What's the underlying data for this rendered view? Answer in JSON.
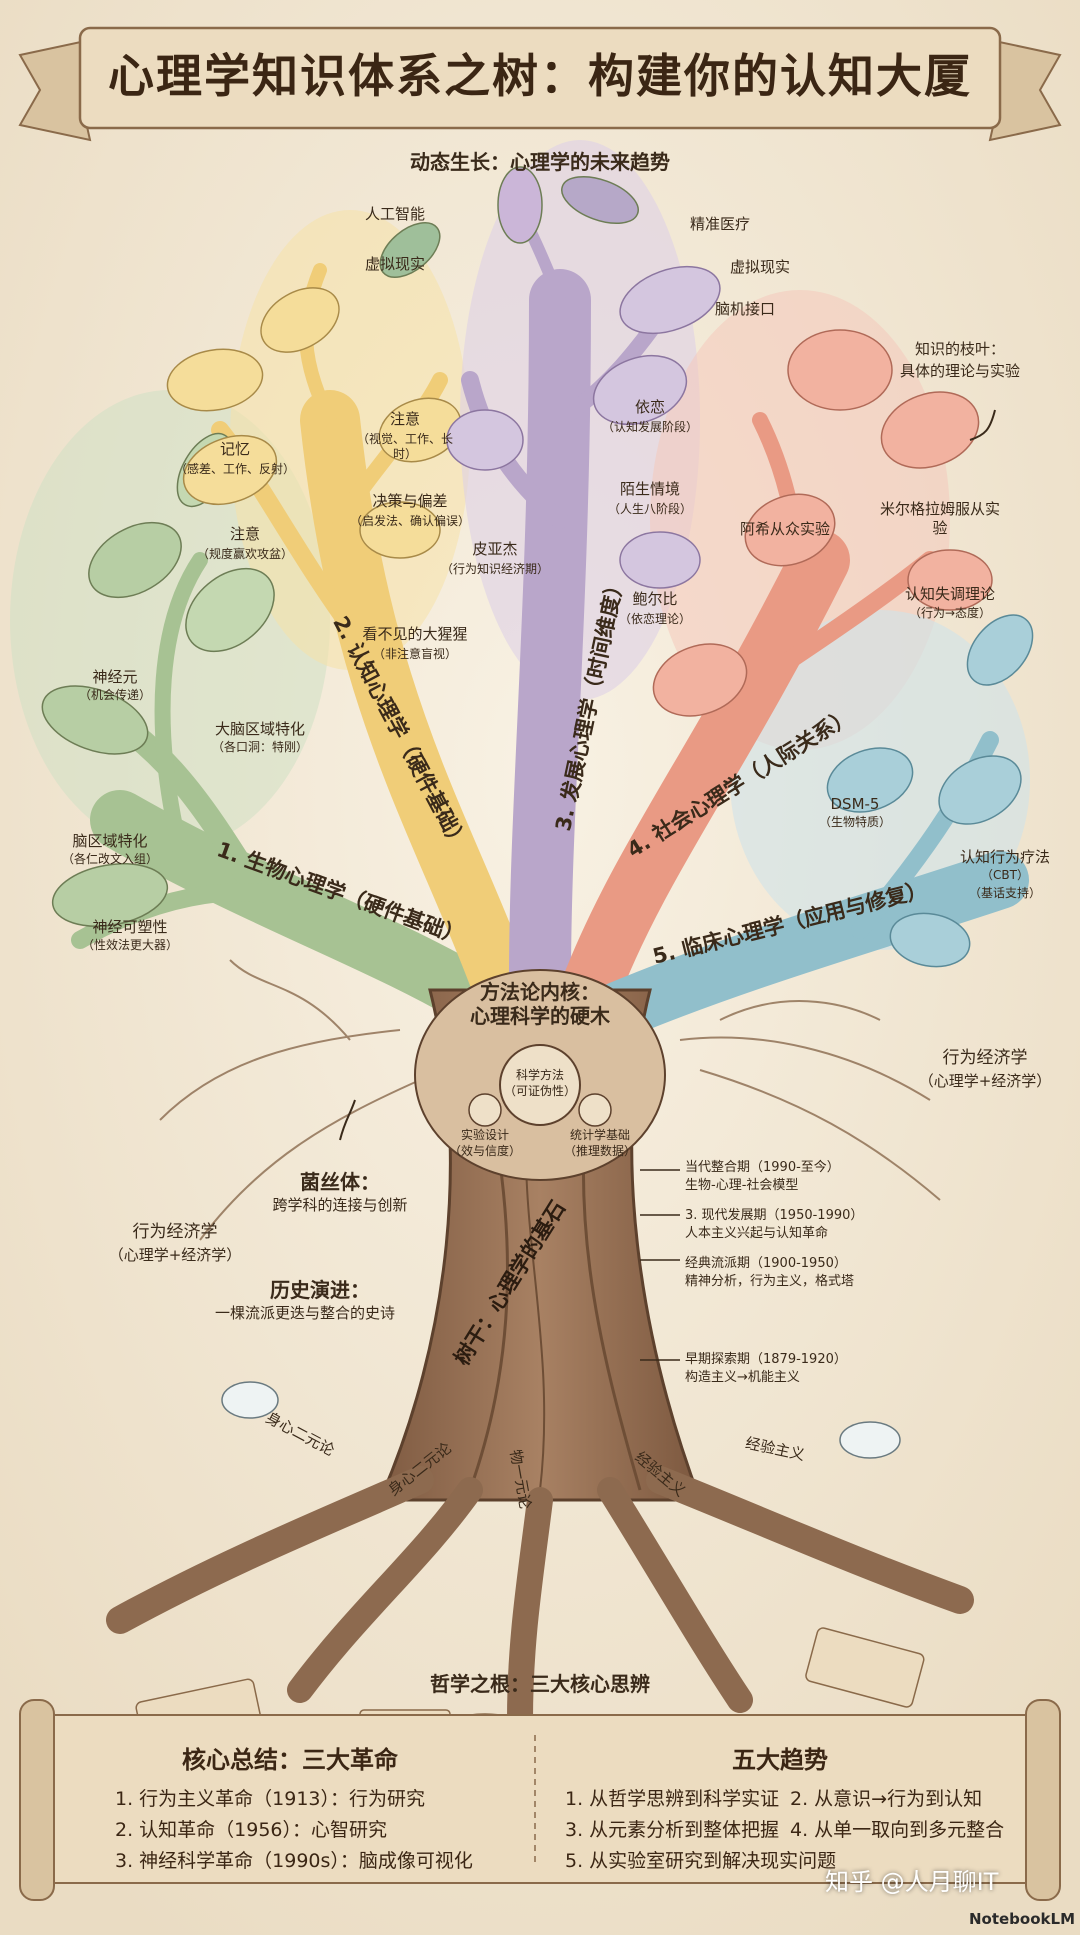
{
  "title": "心理学知识体系之树：构建你的认知大厦",
  "crown": {
    "heading": "动态生长：心理学的未来趋势",
    "trends_left": [
      "人工智能",
      "虚拟现实"
    ],
    "trends_right": [
      "精准医疗",
      "虚拟现实",
      "脑机接口"
    ],
    "leaves_note": [
      "知识的枝叶：",
      "具体的理论与实验"
    ]
  },
  "branches": {
    "bio": {
      "label": "1. 生物心理学（硬件基础）",
      "items": [
        {
          "title": "神经元",
          "sub": "（机会传递）"
        },
        {
          "title": "大脑区域特化",
          "sub": "（各口洞：特刚）"
        },
        {
          "title": "脑区域特化",
          "sub": "（各仁改文入组）"
        },
        {
          "title": "神经可塑性",
          "sub": "（性效法更大器）"
        }
      ]
    },
    "cog": {
      "label": "2. 认知心理学（硬件基础）",
      "items": [
        {
          "title": "记忆",
          "sub": "（感差、工作、反射）"
        },
        {
          "title": "注意",
          "sub": "（视觉、工作、长时）"
        },
        {
          "title": "注意",
          "sub": "（规度赢欢攻盆）"
        },
        {
          "title": "决策与偏差",
          "sub": "（启发法、确认偏误）"
        },
        {
          "title": "看不见的大猩猩",
          "sub": "（非注意盲视）"
        }
      ]
    },
    "dev": {
      "label": "3. 发展心理学（时间维度）",
      "items": [
        {
          "title": "依恋",
          "sub": "（认知发展阶段）"
        },
        {
          "title": "陌生情境",
          "sub": "（人生八阶段）"
        },
        {
          "title": "皮亚杰",
          "sub": "（行为知识经济期）"
        },
        {
          "title": "鲍尔比",
          "sub": "（依恋理论）"
        }
      ]
    },
    "soc": {
      "label": "4. 社会心理学（人际关系）",
      "items": [
        {
          "title": "阿希从众实验",
          "sub": ""
        },
        {
          "title": "米尔格拉姆服从实验",
          "sub": ""
        },
        {
          "title": "认知失调理论",
          "sub": "（行为→态度）"
        }
      ]
    },
    "cli": {
      "label": "5. 临床心理学（应用与修复）",
      "items": [
        {
          "title": "DSM-5",
          "sub": "（生物特质）"
        },
        {
          "title": "认知行为疗法",
          "sub": "（CBT）"
        },
        {
          "title": "（基话支持）",
          "sub": ""
        }
      ]
    }
  },
  "core": {
    "heading": [
      "方法论内核：",
      "心理科学的硬木"
    ],
    "center": [
      "科学方法",
      "（可证伪性）"
    ],
    "left": [
      "实验设计",
      "（效与信度）"
    ],
    "right": [
      "统计学基础",
      "（推理数据）"
    ]
  },
  "side_notes": {
    "right_be": [
      "行为经济学",
      "（心理学+经济学）"
    ],
    "mycelium": [
      "菌丝体：",
      "跨学科的连接与创新"
    ],
    "left_be": [
      "行为经济学",
      "（心理学+经济学）"
    ],
    "history": [
      "历史演进：",
      "一棵流派更迭与整合的史诗"
    ]
  },
  "trunk_label": "树干：心理学的基石",
  "timeline": [
    {
      "period": "当代整合期（1990-至今）",
      "desc": "生物-心理-社会模型"
    },
    {
      "period": "3. 现代发展期（1950-1990）",
      "desc": "人本主义兴起与认知革命"
    },
    {
      "period": "经典流派期（1900-1950）",
      "desc": "精神分析，行为主义，格式塔"
    },
    {
      "period": "早期探索期（1879-1920）",
      "desc": "构造主义→机能主义"
    }
  ],
  "roots": {
    "labels": [
      "身心二元论",
      "身心二元论",
      "物一元论",
      "经验主义",
      "经验主义"
    ],
    "caption": "哲学之根：三大核心思辨"
  },
  "summary": {
    "left_title": "核心总结：三大革命",
    "left_items": [
      "1. 行为主义革命（1913）：行为研究",
      "2. 认知革命（1956）：心智研究",
      "3. 神经科学革命（1990s）：脑成像可视化"
    ],
    "right_title": "五大趋势",
    "right_items": [
      "1. 从哲学思辨到科学实证",
      "2. 从意识→行为到认知",
      "3. 从元素分析到整体把握",
      "4. 从单一取向到多元整合",
      "5. 从实验室研究到解决现实问题"
    ]
  },
  "watermark": {
    "zhihu": "知乎 @人月聊IT",
    "notebook": "NotebookLM"
  },
  "colors": {
    "background": "#f3eadb",
    "bark": "#9a7356",
    "bio_green": "#9fbf8a",
    "cog_yellow": "#f2cf7a",
    "dev_purple": "#b7a3c8",
    "soc_red": "#e8917a",
    "cli_blue": "#8fbcc8"
  }
}
